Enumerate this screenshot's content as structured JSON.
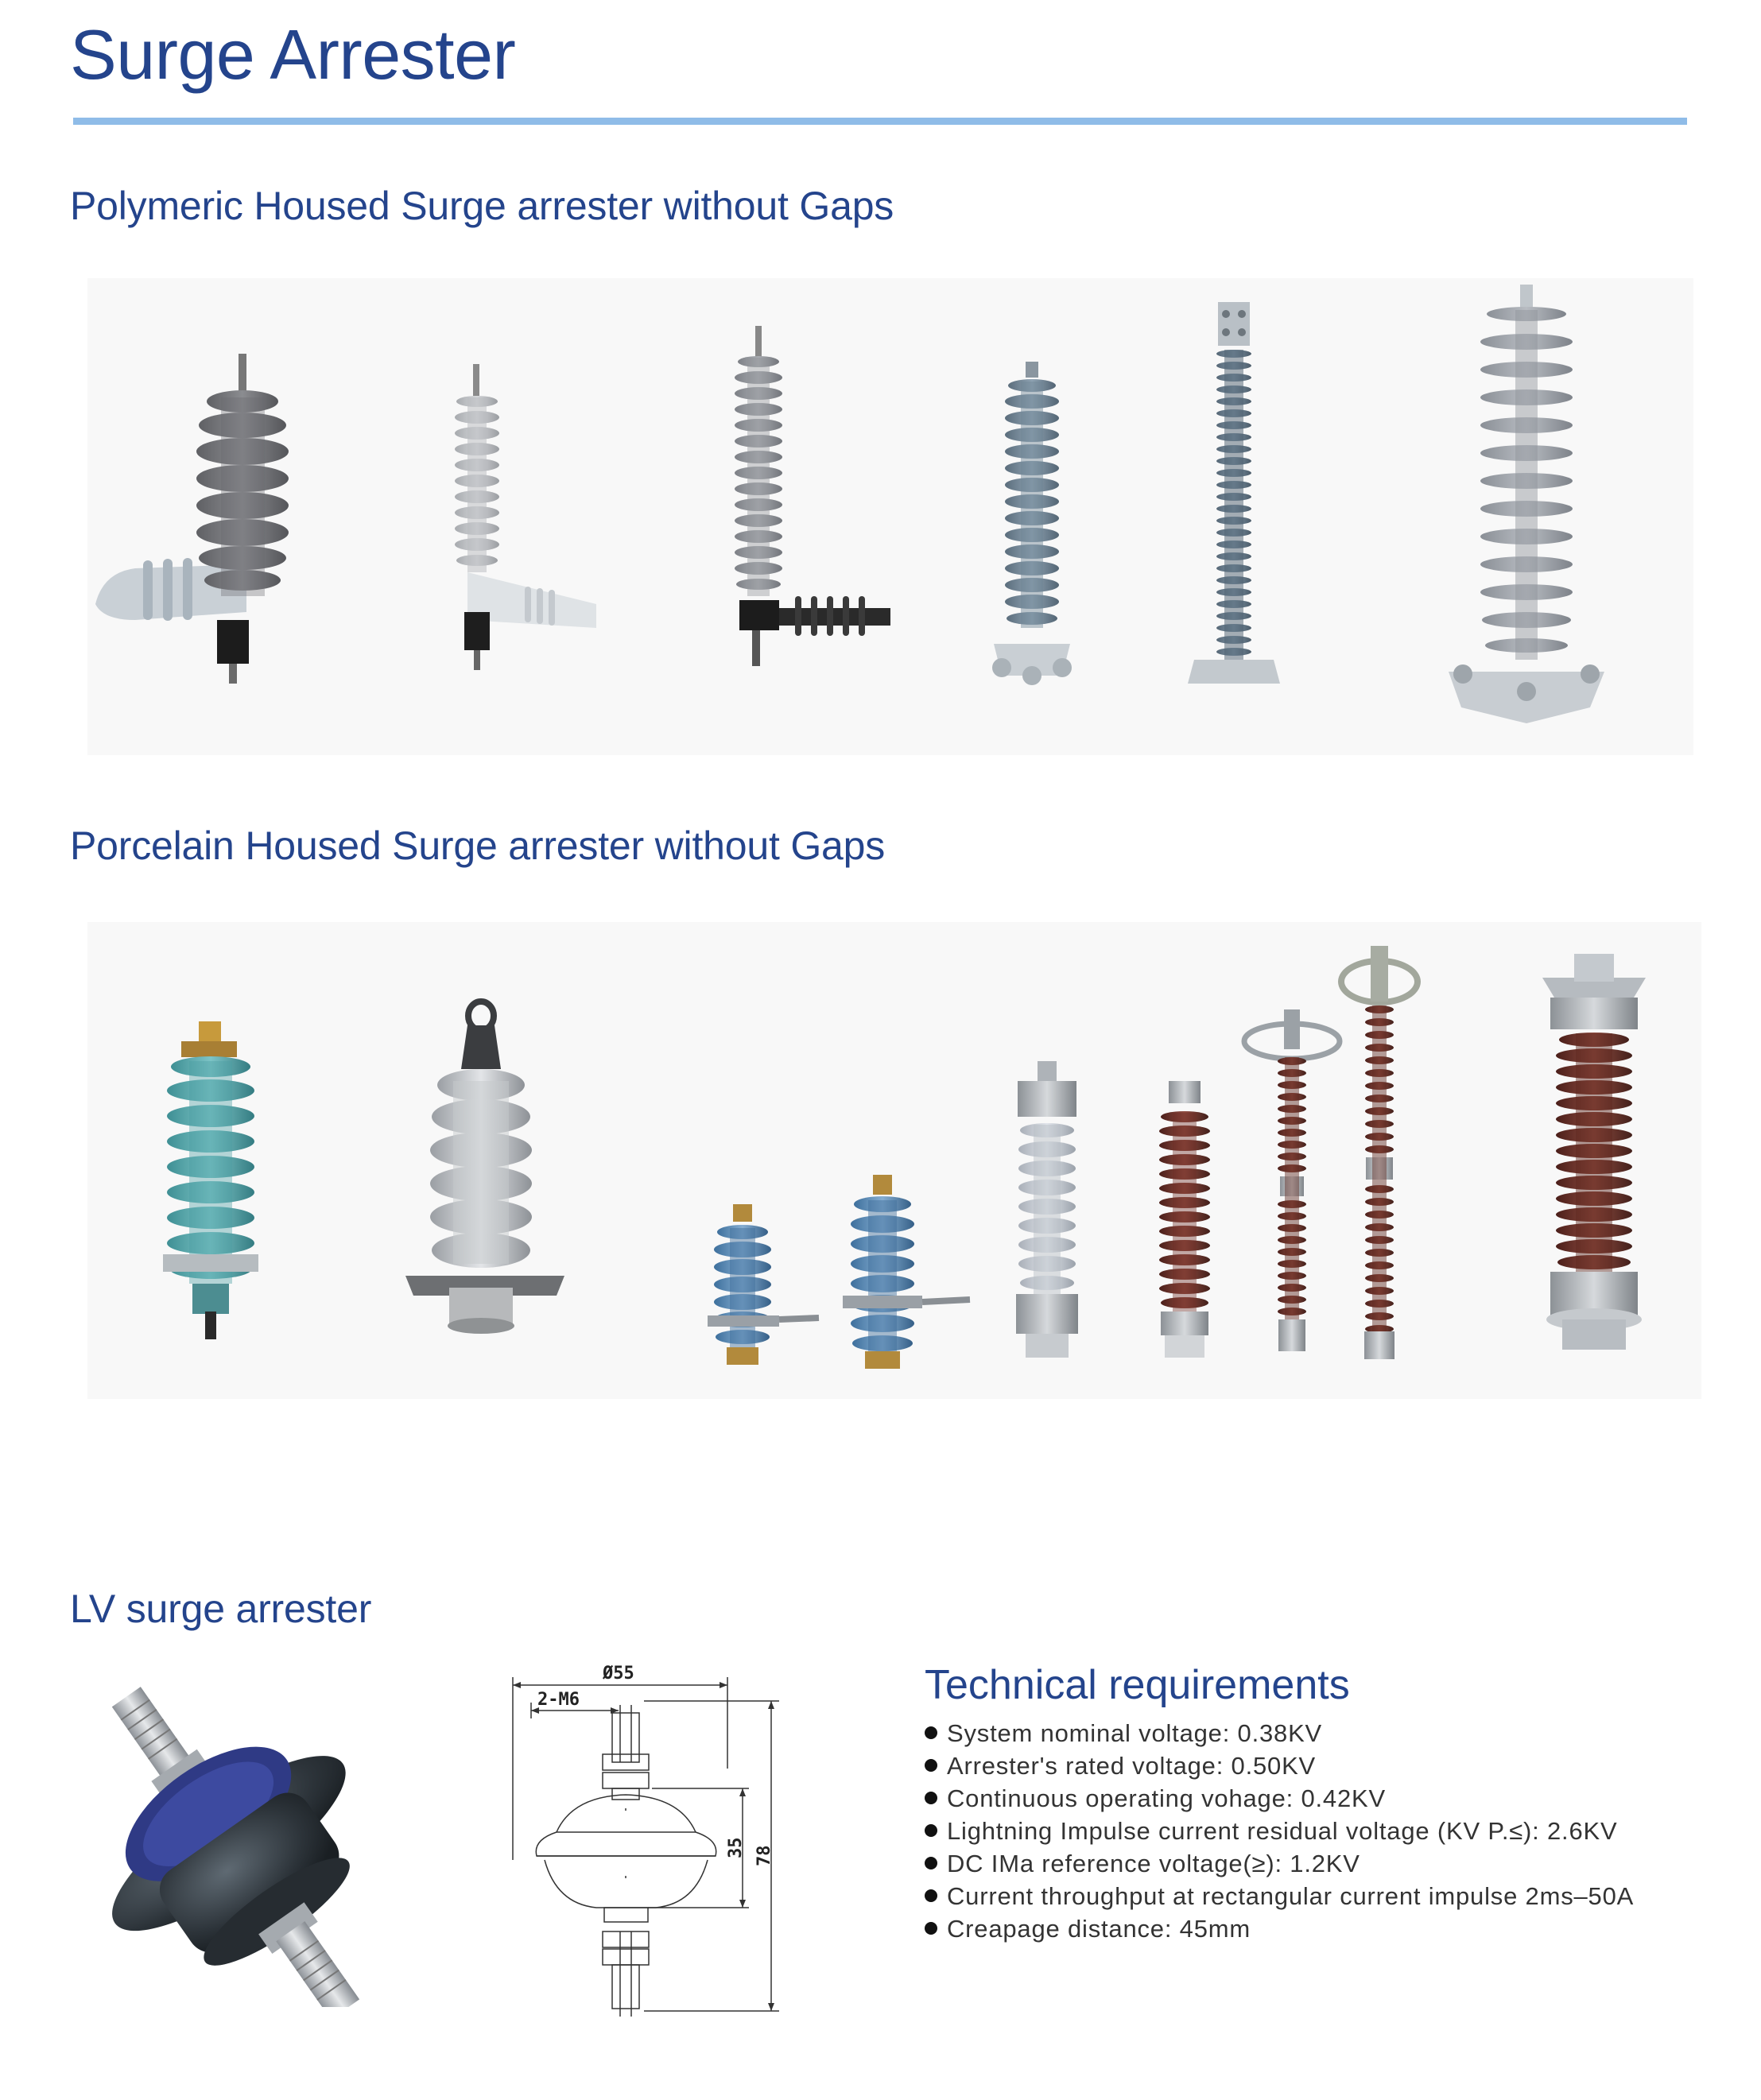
{
  "page": {
    "title": "Surge Arrester",
    "accent_color": "#8fbce8",
    "title_color": "#24448c"
  },
  "sections": {
    "polymeric": {
      "heading": "Polymeric Housed Surge arrester without Gaps"
    },
    "porcelain": {
      "heading": "Porcelain Housed Surge arrester without Gaps"
    },
    "lv": {
      "heading": "LV surge arrester"
    }
  },
  "drawing": {
    "diameter_label": "Ø55",
    "thread_label": "2-M6",
    "height_inner": "35",
    "height_total": "78"
  },
  "technical": {
    "title": "Technical requirements",
    "items": [
      "System nominal voltage: 0.38KV",
      "Arrester's rated voltage: 0.50KV",
      "Continuous operating vohage: 0.42KV",
      "Lightning Impulse current residual voltage (KV P.≤): 2.6KV",
      "DC IMa reference voltage(≥): 1.2KV",
      "Current throughput at rectangular current impulse 2ms–50A",
      "Creapage distance: 45mm"
    ]
  }
}
